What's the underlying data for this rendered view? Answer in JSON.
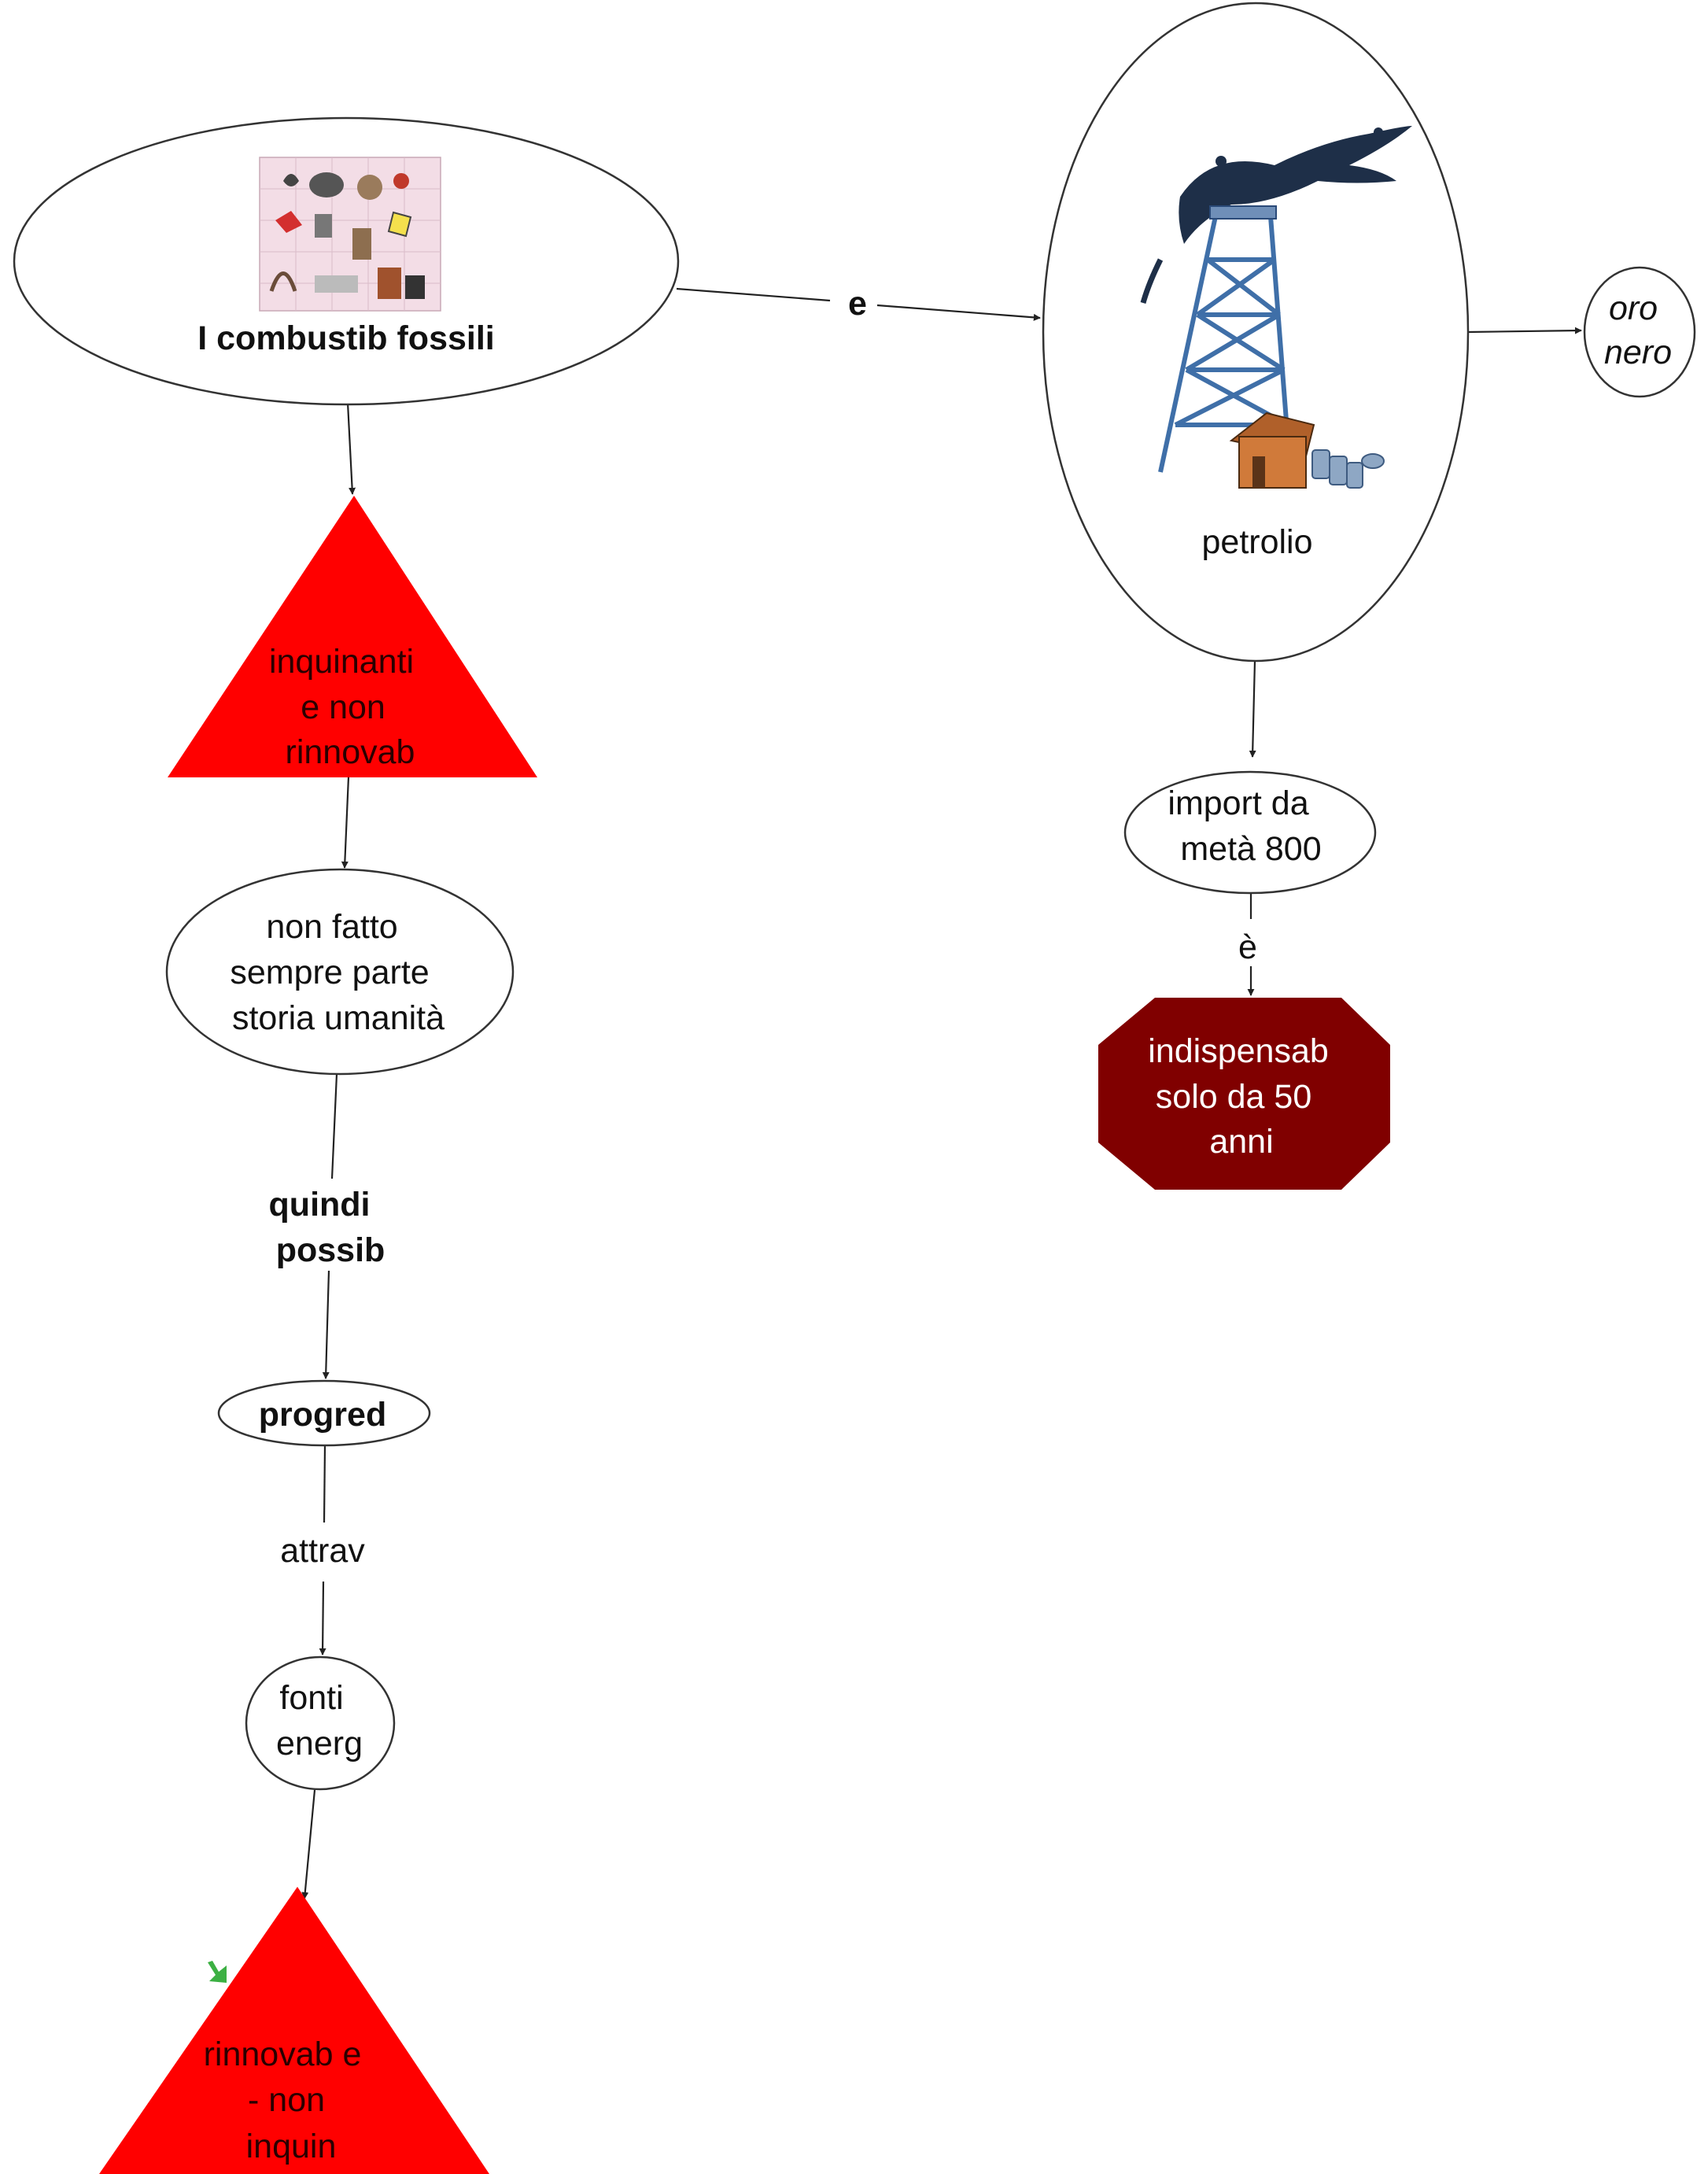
{
  "nodes": {
    "combustibili": {
      "label": "I combustib fossili",
      "image_icon": "fossil-fuels-collage"
    },
    "petrolio": {
      "label": "petrolio",
      "image_icon": "oil-derrick-gusher"
    },
    "oro_nero": {
      "line1": "oro",
      "line2": "nero"
    },
    "inquinanti": {
      "line1": "inquinanti",
      "line2": "e non",
      "line3": "rinnovab"
    },
    "non_fatto": {
      "line1": "non fatto",
      "line2": "sempre parte",
      "line3": "storia umanità"
    },
    "progred": {
      "label": "progred"
    },
    "fonti": {
      "line1": "fonti",
      "line2": "energ"
    },
    "rinnovab": {
      "line1": "rinnovab e",
      "line2": "- non",
      "line3": "inquin"
    },
    "import": {
      "line1": "import da",
      "line2": "metà 800"
    },
    "indispensab": {
      "line1": "indispensab",
      "line2": "solo  da 50",
      "line3": "anni"
    }
  },
  "edges": {
    "e": "e",
    "quindi": {
      "line1": "quindi",
      "line2": "possib"
    },
    "attrav": "attrav",
    "e_grave": "è"
  },
  "colors": {
    "triangle_red": "#ff0000",
    "octagon_darkred": "#800000",
    "ellipse_fill": "#ffffff",
    "outline": "#333333"
  }
}
